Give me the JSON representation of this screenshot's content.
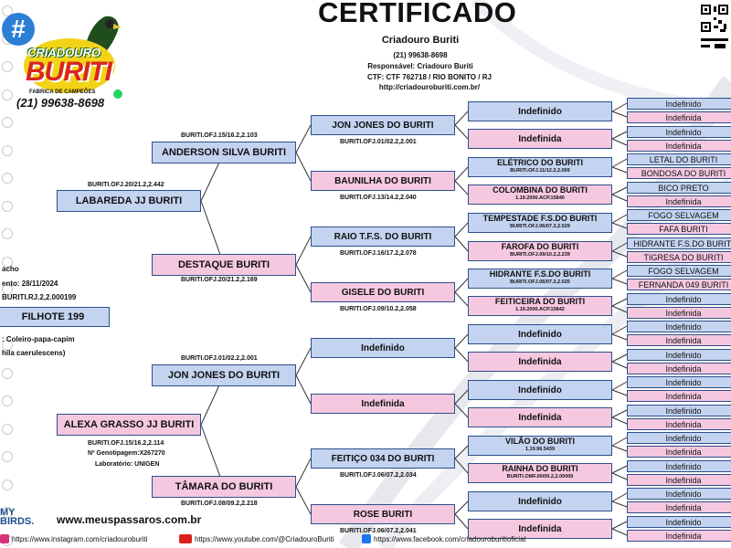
{
  "header": {
    "title": "CERTIFICADO",
    "breeder": "Criadouro Buriti",
    "phone": "(21) 99638-8698",
    "responsible": "Responsável: Criadouro Buriti",
    "ctf": "CTF: CTF 762718 / RIO BONITO / RJ",
    "url": "http://criadouroburiti.com.br/"
  },
  "logo": {
    "hash": "#",
    "line1": "CRIADOURO",
    "line2": "BURITI",
    "tagline": "FABRICA DE CAMPEÕES",
    "phone": "(21) 99638-8698"
  },
  "bird_info": {
    "sex_partial": "acho",
    "birth_partial": "ento: 28/11/2024",
    "ring_partial": "BURITI.RJ.2,2.000199",
    "name": "FILHOTE 199",
    "species_partial": ": Coleiro-papa-capim",
    "scientific_partial": "hila caerulescens)"
  },
  "gen1": [
    {
      "name": "LABAREDA JJ BURITI",
      "ring": "BURITI.OFJ.20/21.2,2.442",
      "color": "blue"
    },
    {
      "name": "ALEXA GRASSO JJ BURITI",
      "ring": "BURITI.OFJ.15/16.2,2.114",
      "extra1": "Nº Genotipagem:X267270",
      "extra2": "Laboratório: UNIGEN",
      "color": "pink"
    }
  ],
  "gen2": [
    {
      "name": "ANDERSON SILVA BURITI",
      "ring": "BURITI.OFJ.15/16.2,2.103",
      "color": "blue"
    },
    {
      "name": "DESTAQUE BURITI",
      "ring": "BURITI.OFJ.20/21.2,2.169",
      "color": "pink"
    },
    {
      "name": "JON JONES DO BURITI",
      "ring": "BURITI.OFJ.01/02.2,2.001",
      "color": "blue"
    },
    {
      "name": "TÂMARA DO BURITI",
      "ring": "BURITI.OFJ.08/09.2,2.218",
      "color": "pink"
    }
  ],
  "gen3": [
    {
      "name": "JON JONES DO BURITI",
      "ring": "BURITI.OFJ.01/02.2,2.001",
      "color": "blue"
    },
    {
      "name": "BAUNILHA DO BURITI",
      "ring": "BURITI.OFJ.13/14.2,2.040",
      "color": "pink"
    },
    {
      "name": "RAIO T.F.S. DO BURITI",
      "ring": "BURITI.OFJ.16/17.2,2.078",
      "color": "blue"
    },
    {
      "name": "GISELE DO BURITI",
      "ring": "BURITI.OFJ.09/10.2,2.058",
      "color": "pink"
    },
    {
      "name": "Indefinido",
      "ring": "",
      "color": "blue"
    },
    {
      "name": "Indefinida",
      "ring": "",
      "color": "pink"
    },
    {
      "name": "FEITIÇO 034 DO BURITI",
      "ring": "BURITI.OFJ.06/07.2,2.034",
      "color": "blue"
    },
    {
      "name": "ROSE BURITI",
      "ring": "BURITI.OFJ.06/07.2,2.041",
      "color": "pink"
    }
  ],
  "gen4": [
    {
      "name": "Indefinido",
      "ring": "",
      "color": "blue"
    },
    {
      "name": "Indefinida",
      "ring": "",
      "color": "pink"
    },
    {
      "name": "ELÉTRICO DO BURITI",
      "ring": "BURITI.OFJ.11/12.2,2.069",
      "color": "blue"
    },
    {
      "name": "COLOMBINA DO BURITI",
      "ring": "1.19.2000.ACP.15840",
      "color": "pink"
    },
    {
      "name": "TEMPESTADE F.S.DO BURITI",
      "ring": "BURITI.OFJ.06/07.2,2.029",
      "color": "blue"
    },
    {
      "name": "FAROFA DO BURITI",
      "ring": "BURITI.OFJ.09/10.2,2.239",
      "color": "pink"
    },
    {
      "name": "HIDRANTE F.S.DO BURITI",
      "ring": "BURITI.OFJ.06/07.2,2.025",
      "color": "blue"
    },
    {
      "name": "FEITICEIRA DO BURITI",
      "ring": "1.19.2000.ACP.15842",
      "color": "pink"
    },
    {
      "name": "Indefinido",
      "ring": "",
      "color": "blue"
    },
    {
      "name": "Indefinida",
      "ring": "",
      "color": "pink"
    },
    {
      "name": "Indefinido",
      "ring": "",
      "color": "blue"
    },
    {
      "name": "Indefinida",
      "ring": "",
      "color": "pink"
    },
    {
      "name": "VILÃO DO BURITI",
      "ring": "1.19.96.5439",
      "color": "blue"
    },
    {
      "name": "RAINHA DO BURITI",
      "ring": "BURITI.OMF.00/00.2,2.00000",
      "color": "pink"
    },
    {
      "name": "Indefinido",
      "ring": "",
      "color": "blue"
    },
    {
      "name": "Indefinida",
      "ring": "",
      "color": "pink"
    }
  ],
  "gen5": [
    "Indefinido",
    "Indefinida",
    "Indefinido",
    "Indefinida",
    "LETAL DO BURITI",
    "BONDOSA DO BURITI",
    "BICO PRETO",
    "Indefinida",
    "FOGO SELVAGEM",
    "FAFA BURITI",
    "HIDRANTE F.S.DO BURITI",
    "TIGRESA DO BURITI",
    "FOGO SELVAGEM",
    "FERNANDA 049 BURITI",
    "Indefinido",
    "Indefinida",
    "Indefinido",
    "Indefinida",
    "Indefinido",
    "Indefinida",
    "Indefinido",
    "Indefinida",
    "Indefinido",
    "Indefinida",
    "Indefinido",
    "Indefinida",
    "Indefinido",
    "Indefinida",
    "Indefinido",
    "Indefinida",
    "Indefinido",
    "Indefinida"
  ],
  "footer": {
    "brand_partial": "MY BIRDS.",
    "site": "www.meuspassaros.com.br",
    "instagram": "https://www.instagram.com/criadouroburiti",
    "youtube": "https://www.youtube.com/@CriadouroBuriti",
    "facebook": "https://www.facebook.com/criadouroburitioficial"
  },
  "colors": {
    "blue": "#c3d3f0",
    "pink": "#f5c8e0",
    "border": "#2d4f8a"
  },
  "icons": [
    "hash-icon",
    "bird-logo-icon",
    "whatsapp-icon",
    "qr-code-icon",
    "instagram-icon",
    "youtube-icon",
    "facebook-icon",
    "spiral-binding-icon"
  ]
}
